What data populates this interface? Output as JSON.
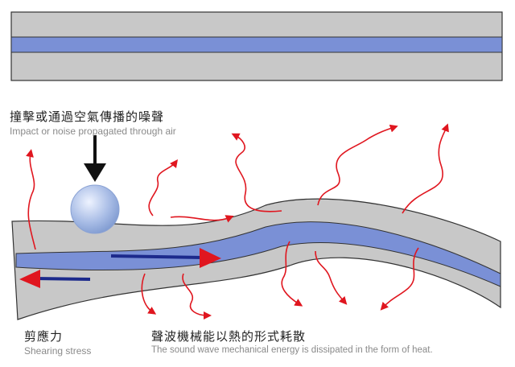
{
  "labels": {
    "impact_zh": "撞擊或通過空氣傳播的噪聲",
    "impact_en": "Impact or noise propagated through air",
    "shear_zh": "剪應力",
    "shear_en": "Shearing stress",
    "dissipation_zh": "聲波機械能以熱的形式耗散",
    "dissipation_en": "The sound wave mechanical energy is dissipated in the form of heat."
  },
  "colors": {
    "outer_layer": "#c8c8c8",
    "damping_core": "#7a90d6",
    "shear_arrow": "#1c2a8c",
    "heat_arrow": "#e0161f",
    "impact_arrow": "#111111",
    "ball_light": "#e8f0ff",
    "ball_dark": "#7f9ad0"
  },
  "icons": {
    "ball": "impact-ball",
    "impact_arrow": "arrow-down-icon",
    "shear_arrows": "arrow-icon",
    "heat_arrows": "wavy-arrow-icon"
  }
}
